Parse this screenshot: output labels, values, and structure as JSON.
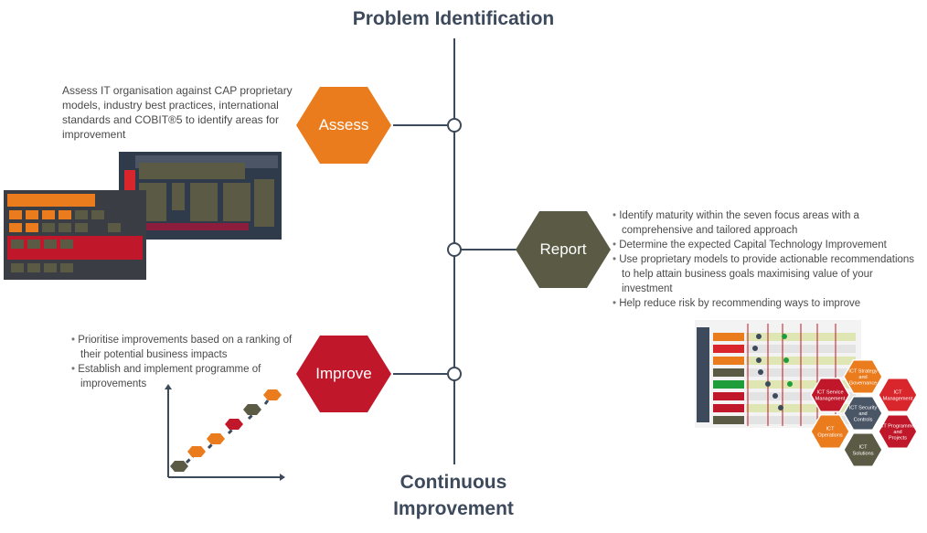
{
  "title_top": "Problem Identification",
  "title_bottom_1": "Continuous",
  "title_bottom_2": "Improvement",
  "stages": {
    "assess": {
      "label": "Assess",
      "color": "#ea7c1e",
      "description": "Assess IT organisation against CAP proprietary models, industry best practices, international standards and COBIT®5 to identify areas for improvement"
    },
    "report": {
      "label": "Report",
      "color": "#5b5b45",
      "bullets": [
        "Identify maturity within the seven focus areas with a comprehensive and tailored approach",
        "Determine the expected Capital Technology Improvement",
        "Use proprietary models to provide actionable recommendations to help attain business goals maximising value of your investment",
        "Help reduce risk by recommending ways to improve"
      ]
    },
    "improve": {
      "label": "Improve",
      "color": "#c0172a",
      "bullets": [
        "Prioritise improvements based on a ranking of their potential business impacts",
        "Establish and implement programme of improvements"
      ]
    }
  },
  "focus_areas": [
    {
      "label": "ICT Strategy and Governance",
      "color": "#ea7c1e"
    },
    {
      "label": "ICT Management",
      "color": "#d9262c"
    },
    {
      "label": "ICT Service Management",
      "color": "#c0172a"
    },
    {
      "label": "ICT Security and Controls",
      "color": "#4a5566"
    },
    {
      "label": "ICT Programmes and Projects",
      "color": "#c0172a"
    },
    {
      "label": "ICT Operations",
      "color": "#ea7c1e"
    },
    {
      "label": "ICT Solutions",
      "color": "#5b5b45"
    }
  ],
  "colors": {
    "spine": "#3d4a5c",
    "heading": "#3d4a5c"
  }
}
